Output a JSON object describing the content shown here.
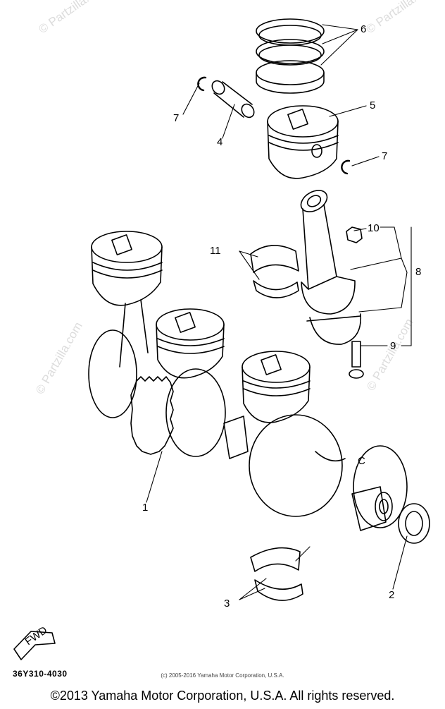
{
  "watermark": "© Partzilla.com",
  "callouts": {
    "c1": "1",
    "c2": "2",
    "c3": "3",
    "c4": "4",
    "c5": "5",
    "c6": "6",
    "c7a": "7",
    "c7b": "7",
    "c8": "8",
    "c9": "9",
    "c10": "10",
    "c11": "11"
  },
  "fwd_label": "FWD",
  "crank_letter": "C",
  "part_code": "36Y310-4030",
  "copyright_small": "(c) 2005-2016 Yamaha Motor Corporation, U.S.A.",
  "copyright_main": "©2013 Yamaha Motor Corporation, U.S.A. All rights reserved."
}
